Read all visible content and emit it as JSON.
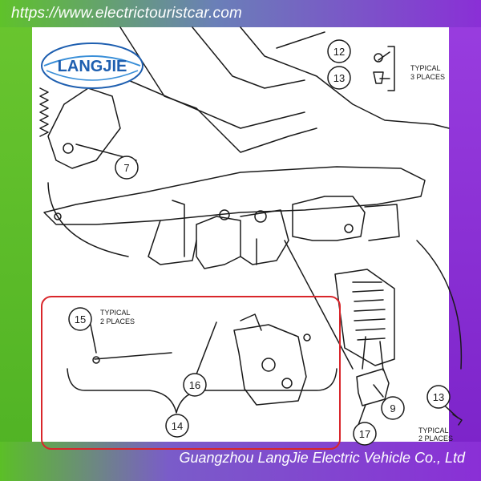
{
  "watermark": {
    "url": "https://www.electrictouristcar.com",
    "logo_text": "LANGJIE",
    "company": "Guangzhou LangJie Electric Vehicle Co., Ltd"
  },
  "colors": {
    "green": "#5fc22a",
    "purple": "#8a2fd6",
    "highlight_box": "#d9262b",
    "line": "#1a1a1a",
    "logo_blue": "#1e5fb0"
  },
  "callouts": {
    "c7": "7",
    "c9": "9",
    "c12": "12",
    "c13_top": "13",
    "c13_right": "13",
    "c14": "14",
    "c15": "15",
    "c16": "16",
    "c17": "17"
  },
  "notes": {
    "top_right": [
      "TYPICAL",
      "3 PLACES"
    ],
    "box": [
      "TYPICAL",
      "2 PLACES"
    ],
    "bottom_right": [
      "TYPICAL",
      "2 PLACES"
    ]
  }
}
